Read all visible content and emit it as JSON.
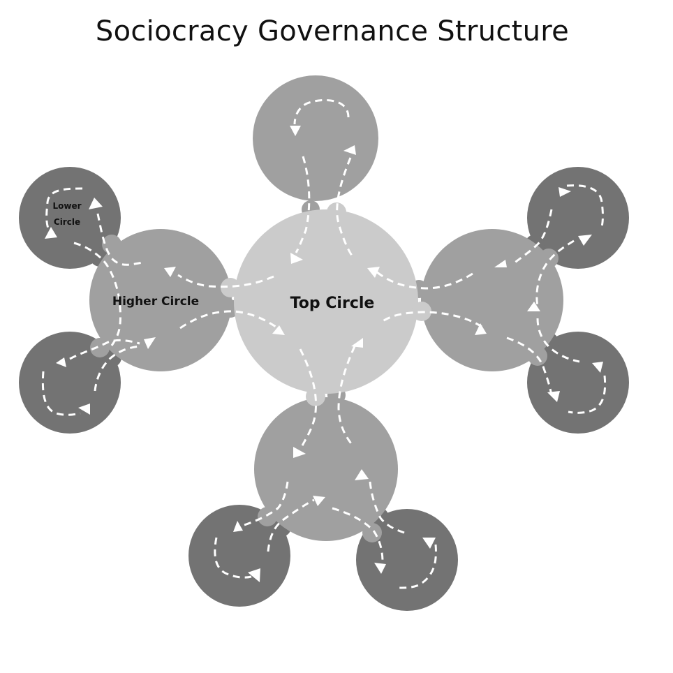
{
  "title": "Sociocracy Governance Structure",
  "colors": {
    "background": "#ffffff",
    "top_circle": "#cbcbcb",
    "higher_circle": "#a0a0a0",
    "lower_circle": "#737373",
    "flow_arrows": "#ffffff",
    "text": "#111111"
  },
  "nodes": {
    "top": {
      "label": "Top Circle",
      "level": "top"
    },
    "higher": [
      {
        "id": "higher-top",
        "label": "",
        "level": "higher"
      },
      {
        "id": "higher-left",
        "label": "Higher Circle",
        "level": "higher"
      },
      {
        "id": "higher-right",
        "label": "",
        "level": "higher"
      },
      {
        "id": "higher-bottom",
        "label": "",
        "level": "higher"
      }
    ],
    "lower": [
      {
        "id": "lower-left-top",
        "label_line1": "Lower",
        "label_line2": "Circle",
        "parent": "higher-left"
      },
      {
        "id": "lower-left-bottom",
        "label_line1": "",
        "label_line2": "",
        "parent": "higher-left"
      },
      {
        "id": "lower-right-top",
        "label_line1": "",
        "label_line2": "",
        "parent": "higher-right"
      },
      {
        "id": "lower-right-bottom",
        "label_line1": "",
        "label_line2": "",
        "parent": "higher-right"
      },
      {
        "id": "lower-bottom-left",
        "label_line1": "",
        "label_line2": "",
        "parent": "higher-bottom"
      },
      {
        "id": "lower-bottom-right",
        "label_line1": "",
        "label_line2": "",
        "parent": "higher-bottom"
      }
    ]
  },
  "connections": [
    {
      "from": "top",
      "to": "higher-top",
      "style": "dashed double-link feedback loop"
    },
    {
      "from": "top",
      "to": "higher-left",
      "style": "dashed double-link feedback loop"
    },
    {
      "from": "top",
      "to": "higher-right",
      "style": "dashed double-link feedback loop"
    },
    {
      "from": "top",
      "to": "higher-bottom",
      "style": "dashed double-link feedback loop"
    },
    {
      "from": "higher-left",
      "to": "lower-left-top",
      "style": "dashed double-link feedback loop"
    },
    {
      "from": "higher-left",
      "to": "lower-left-bottom",
      "style": "dashed double-link feedback loop"
    },
    {
      "from": "higher-right",
      "to": "lower-right-top",
      "style": "dashed double-link feedback loop"
    },
    {
      "from": "higher-right",
      "to": "lower-right-bottom",
      "style": "dashed double-link feedback loop"
    },
    {
      "from": "higher-bottom",
      "to": "lower-bottom-left",
      "style": "dashed double-link feedback loop"
    },
    {
      "from": "higher-bottom",
      "to": "lower-bottom-right",
      "style": "dashed double-link feedback loop"
    }
  ]
}
